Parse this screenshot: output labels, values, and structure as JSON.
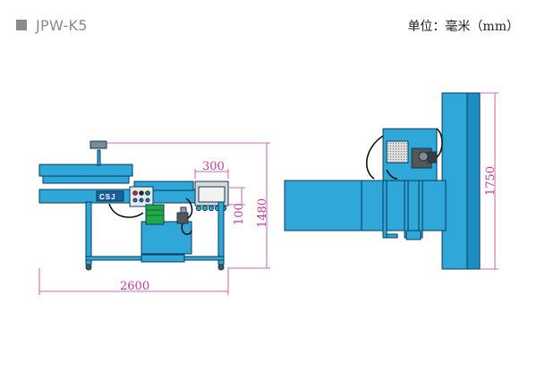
{
  "header": {
    "model": "JPW-K5",
    "unit": "单位：毫米（mm）"
  },
  "drawing": {
    "brand": "CSJ",
    "dimensions": {
      "overall_length": "2600",
      "platform_length": "300",
      "platform_height": "100",
      "overall_height": "1480",
      "side_height": "1750"
    }
  },
  "colors": {
    "machine_blue": "#2fa7d9",
    "outline": "#0a3a5a",
    "dimension_line": "#c13a9a",
    "motor_green": "#1ea84a"
  }
}
